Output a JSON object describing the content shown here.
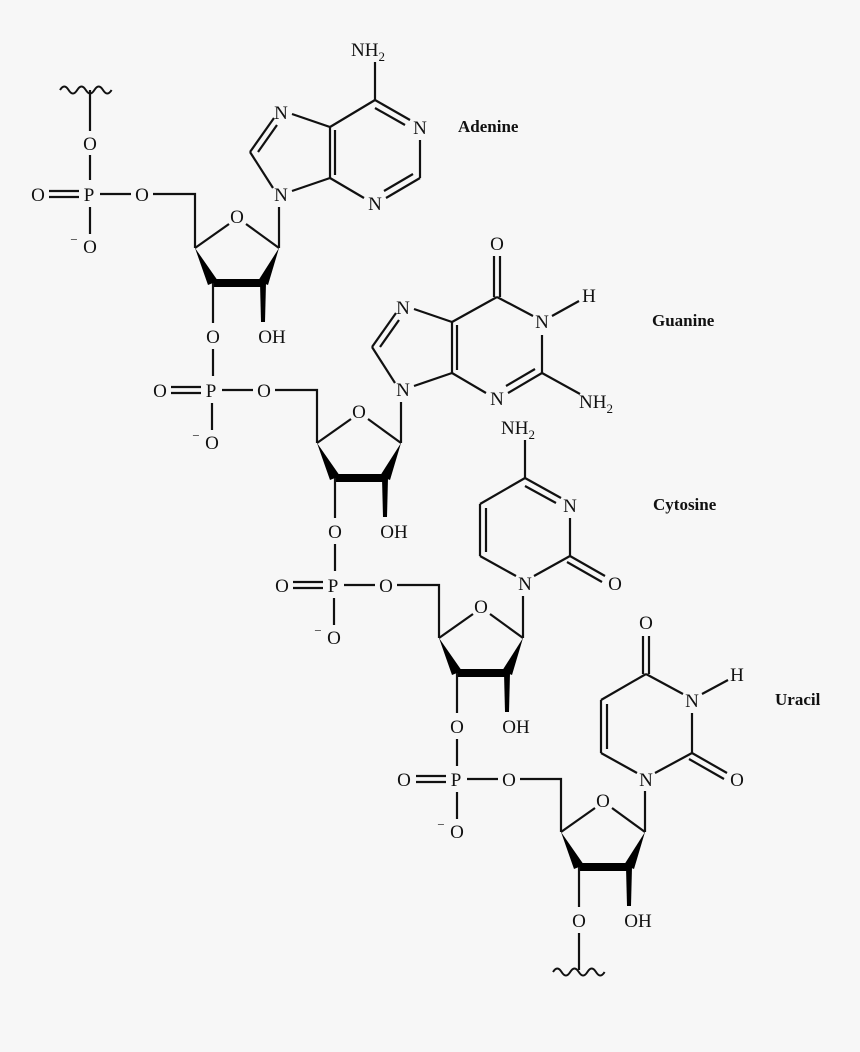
{
  "diagram": {
    "title": "RNA strand: adenine, guanine, cytosine, uracil nucleotides",
    "background": "#f7f7f7",
    "ink": "#111111",
    "labels": {
      "adenine": "Adenine",
      "guanine": "Guanine",
      "cytosine": "Cytosine",
      "uracil": "Uracil"
    },
    "atoms": {
      "O": "O",
      "P": "P",
      "N": "N",
      "H": "H",
      "OH": "OH",
      "NH": "NH",
      "two": "2",
      "minus": "−"
    },
    "nucleotides": [
      {
        "base": "Adenine",
        "sugar": "ribose",
        "phosphate": "phosphodiester"
      },
      {
        "base": "Guanine",
        "sugar": "ribose",
        "phosphate": "phosphodiester"
      },
      {
        "base": "Cytosine",
        "sugar": "ribose",
        "phosphate": "phosphodiester"
      },
      {
        "base": "Uracil",
        "sugar": "ribose",
        "phosphate": "none (chain continues)"
      }
    ],
    "chain_ends": [
      "wavy bond top (5' continuation)",
      "wavy bond bottom (3' continuation)"
    ]
  }
}
